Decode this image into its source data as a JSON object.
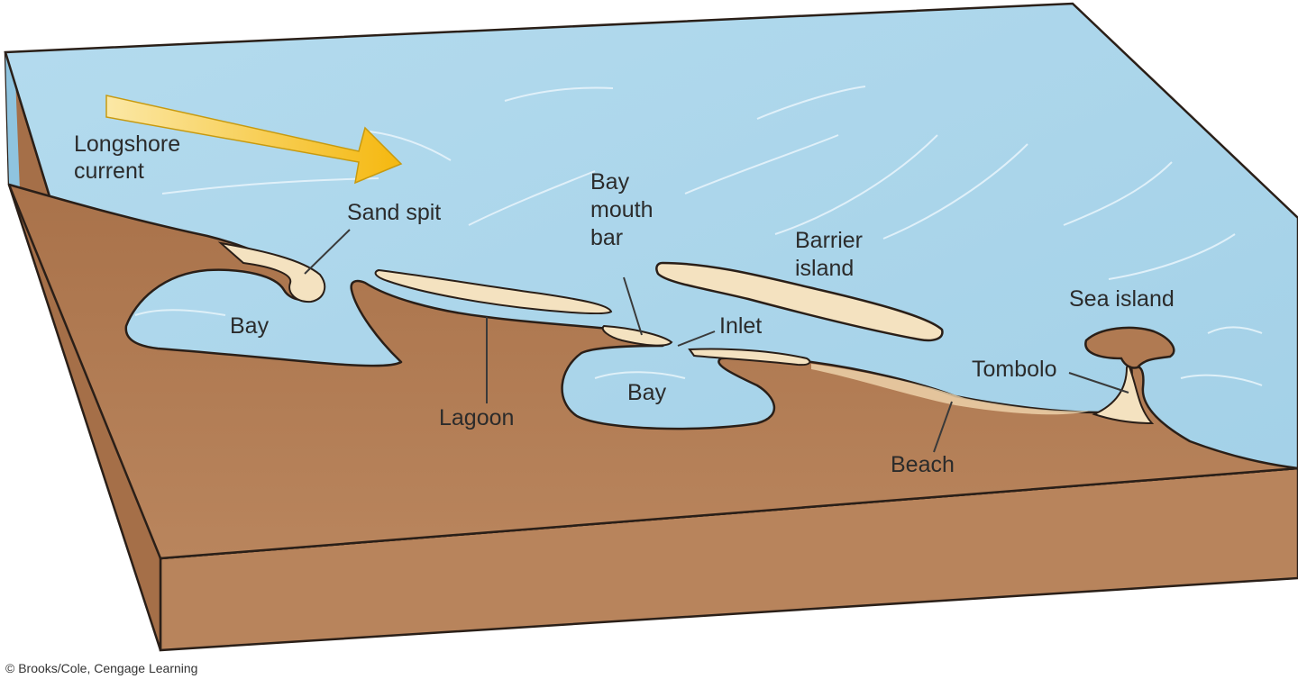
{
  "labels": {
    "longshore_line1": "Longshore",
    "longshore_line2": "current",
    "sand_spit": "Sand spit",
    "bay_left": "Bay",
    "bay_mouth_line1": "Bay",
    "bay_mouth_line2": "mouth",
    "bay_mouth_line3": "bar",
    "inlet": "Inlet",
    "barrier_line1": "Barrier",
    "barrier_line2": "island",
    "sea_island": "Sea island",
    "lagoon": "Lagoon",
    "bay_center": "Bay",
    "tombolo": "Tombolo",
    "beach": "Beach"
  },
  "credit": "© Brooks/Cole, Cengage Learning",
  "colors": {
    "ocean": "#a8d4e9",
    "land": "#b07a52",
    "land_side": "#b8835b",
    "sand": "#f4e2c0",
    "arrow": "#f7c21a"
  }
}
